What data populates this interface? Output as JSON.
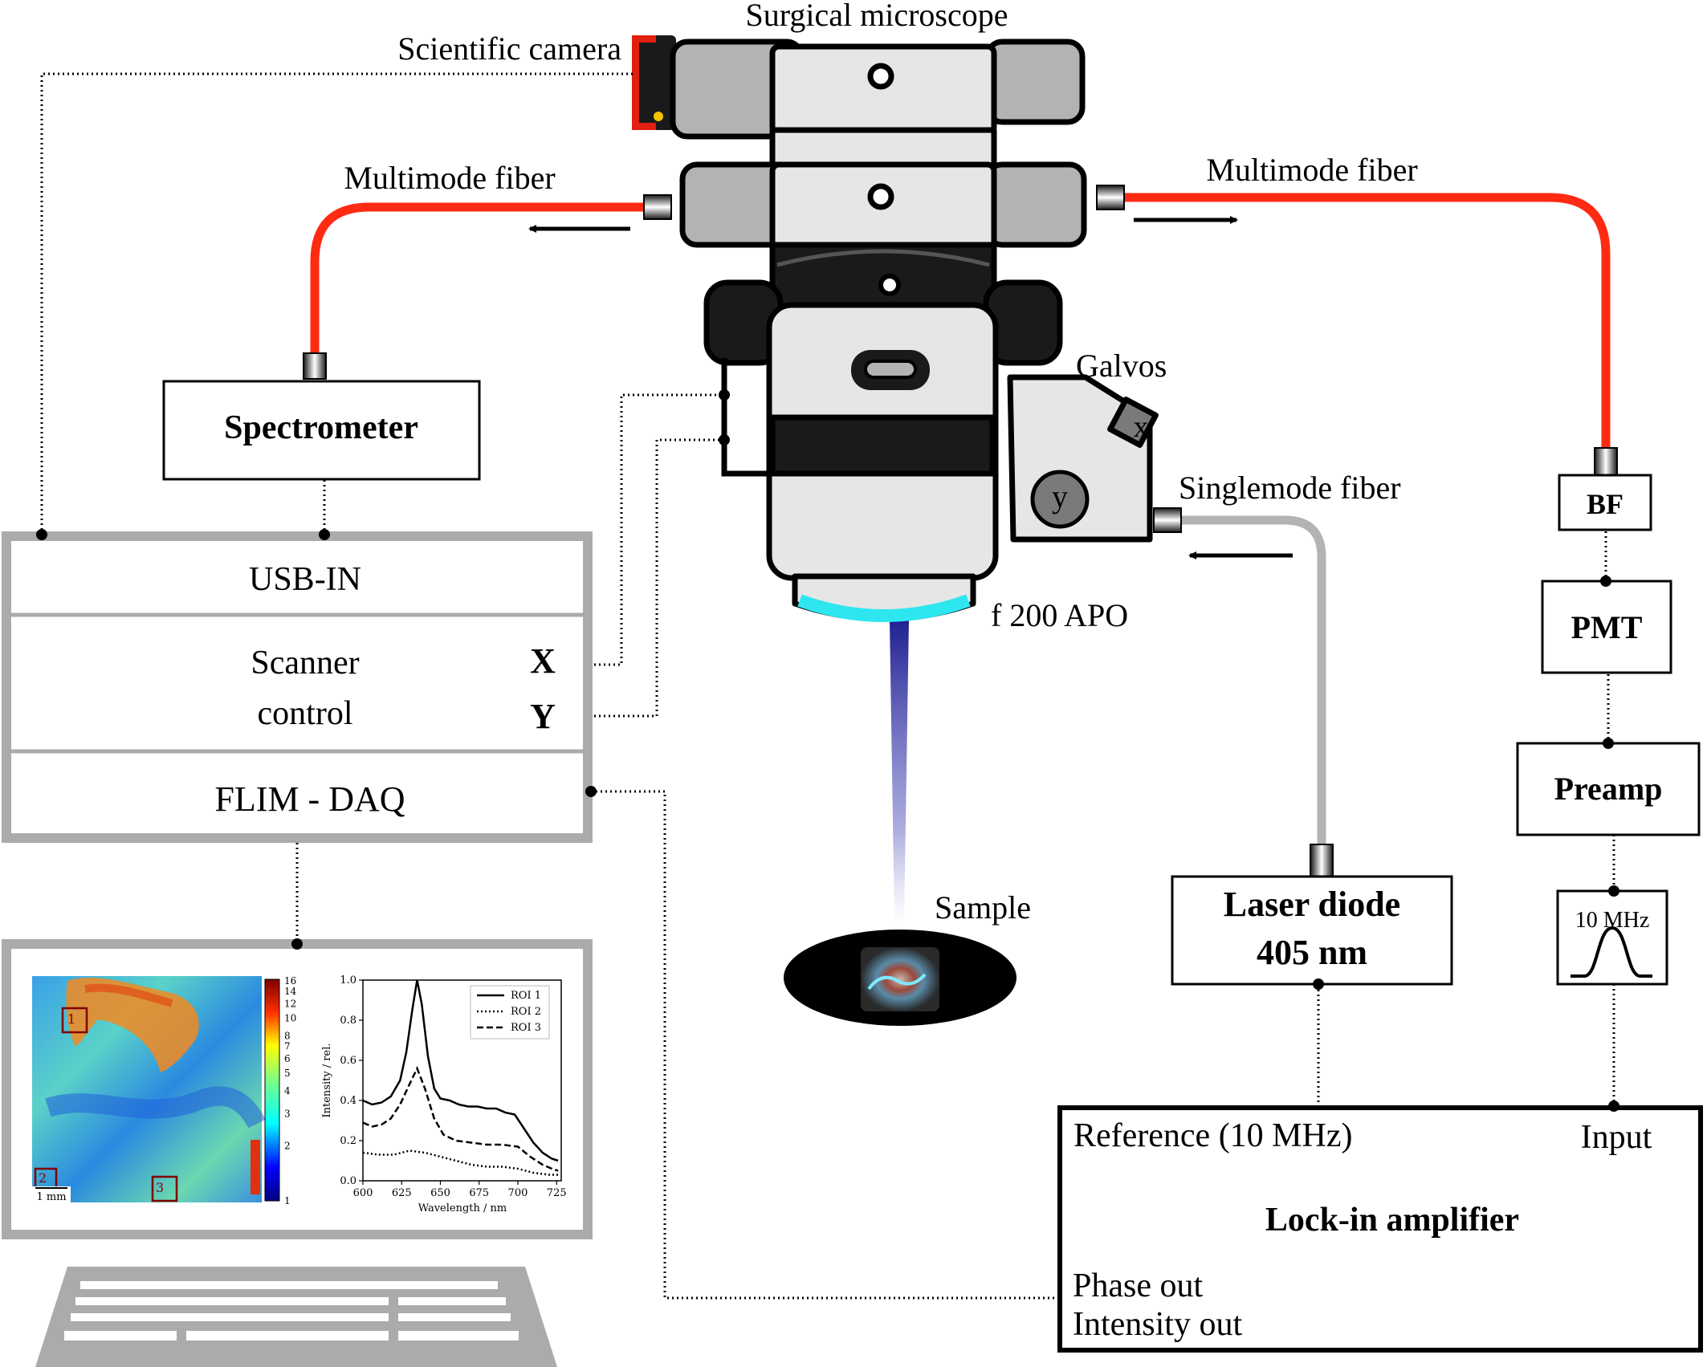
{
  "labels": {
    "surgical_microscope": "Surgical microscope",
    "scientific_camera": "Scientific camera",
    "multimode_fiber_left": "Multimode fiber",
    "multimode_fiber_right": "Multimode fiber",
    "spectrometer": "Spectrometer",
    "galvos": "Galvos",
    "galvo_x": "x",
    "galvo_y": "y",
    "singlemode_fiber": "Singlemode fiber",
    "objective": "f 200 APO",
    "sample": "Sample",
    "bf": "BF",
    "pmt": "PMT",
    "preamp": "Preamp",
    "filter_freq": "10 MHz",
    "laser_line1": "Laser diode",
    "laser_line2": "405 nm"
  },
  "daq_panel": {
    "usb_in": "USB-IN",
    "scanner_line1": "Scanner",
    "scanner_line2": "control",
    "axis_x": "X",
    "axis_y": "Y",
    "flim_daq": "FLIM - DAQ"
  },
  "lockin": {
    "reference": "Reference (10 MHz)",
    "input": "Input",
    "title": "Lock-in amplifier",
    "phase_out": "Phase out",
    "intensity_out": "Intensity out"
  },
  "monitor": {
    "colorbar_ticks": [
      "1",
      "2",
      "3",
      "4",
      "5",
      "6",
      "7",
      "8",
      "10",
      "12",
      "14",
      "16"
    ],
    "scale_bar": "1 mm",
    "roi_labels": [
      "1",
      "2",
      "3"
    ]
  },
  "colors": {
    "fiber_multimode": "#ff2a12",
    "fiber_singlemode": "#b3b3b3",
    "frame_gray": "#a9aca8",
    "microscope_light": "#e6e6e6",
    "microscope_mid": "#b3b3b3",
    "objective_glow": "#2ee6f0",
    "beam": "#1a1a9a"
  },
  "chart_data": {
    "type": "line",
    "xlabel": "Wavelength / nm",
    "ylabel": "Intensity / rel.",
    "xlim": [
      600,
      728
    ],
    "ylim": [
      0,
      1.0
    ],
    "x_ticks": [
      600,
      625,
      650,
      675,
      700,
      725
    ],
    "y_ticks": [
      0.0,
      0.2,
      0.4,
      0.6,
      0.8,
      1.0
    ],
    "legend_position": "top-right",
    "series": [
      {
        "name": "ROI 1",
        "style": "solid",
        "x": [
          600,
          606,
          612,
          618,
          624,
          628,
          632,
          635,
          638,
          642,
          646,
          650,
          656,
          662,
          668,
          674,
          680,
          686,
          692,
          698,
          704,
          710,
          716,
          722,
          726
        ],
        "y": [
          0.4,
          0.38,
          0.39,
          0.42,
          0.5,
          0.64,
          0.86,
          1.0,
          0.88,
          0.62,
          0.46,
          0.41,
          0.4,
          0.38,
          0.37,
          0.37,
          0.36,
          0.36,
          0.34,
          0.33,
          0.26,
          0.19,
          0.14,
          0.11,
          0.1
        ]
      },
      {
        "name": "ROI 2",
        "style": "dotted",
        "x": [
          600,
          610,
          620,
          630,
          640,
          650,
          660,
          670,
          680,
          690,
          700,
          710,
          720,
          726
        ],
        "y": [
          0.14,
          0.13,
          0.13,
          0.15,
          0.14,
          0.12,
          0.1,
          0.08,
          0.07,
          0.07,
          0.06,
          0.04,
          0.03,
          0.03
        ]
      },
      {
        "name": "ROI 3",
        "style": "dashed",
        "x": [
          600,
          606,
          612,
          618,
          624,
          630,
          635,
          640,
          646,
          652,
          660,
          670,
          680,
          690,
          700,
          708,
          716,
          722,
          726
        ],
        "y": [
          0.29,
          0.27,
          0.28,
          0.31,
          0.38,
          0.48,
          0.56,
          0.46,
          0.31,
          0.23,
          0.2,
          0.19,
          0.18,
          0.18,
          0.17,
          0.12,
          0.08,
          0.06,
          0.05
        ]
      }
    ]
  }
}
